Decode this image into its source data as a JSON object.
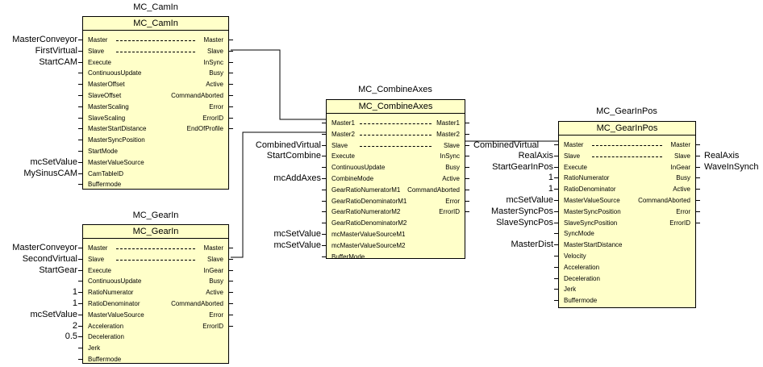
{
  "blocks": [
    {
      "title": "MC_CamIn",
      "name": "MC_CamIn",
      "inputs": [
        "Master",
        "Slave",
        "Execute",
        "ContinuousUpdate",
        "MasterOffset",
        "SlaveOffset",
        "MasterScaling",
        "SlaveScaling",
        "MasterStartDistance",
        "MasterSyncPosition",
        "StartMode",
        "MasterValueSource",
        "CamTableID",
        "Buffermode"
      ],
      "outputs": [
        "Master",
        "Slave",
        "InSync",
        "Busy",
        "Active",
        "CommandAborted",
        "Error",
        "ErrorID",
        "EndOfProfile"
      ],
      "input_labels": [
        "MasterConveyor",
        "FirstVirtual",
        "StartCAM",
        "",
        "",
        "",
        "",
        "",
        "",
        "",
        "",
        "mcSetValue",
        "MySinusCAM",
        ""
      ],
      "output_labels": []
    },
    {
      "title": "MC_GearIn",
      "name": "MC_GearIn",
      "inputs": [
        "Master",
        "Slave",
        "Execute",
        "ContinuousUpdate",
        "RatioNumerator",
        "RatioDenominator",
        "MasterValueSource",
        "Acceleration",
        "Deceleration",
        "Jerk",
        "Buffermode"
      ],
      "outputs": [
        "Master",
        "Slave",
        "InGear",
        "Busy",
        "Active",
        "CommandAborted",
        "Error",
        "ErrorID"
      ],
      "input_labels": [
        "MasterConveyor",
        "SecondVirtual",
        "StartGear",
        "",
        "1",
        "1",
        "mcSetValue",
        "2",
        "0.5",
        "",
        ""
      ],
      "output_labels": []
    },
    {
      "title": "MC_CombineAxes",
      "name": "MC_CombineAxes",
      "inputs": [
        "Master1",
        "Master2",
        "Slave",
        "Execute",
        "ContinuousUpdate",
        "CombineMode",
        "GearRatioNumeratorM1",
        "GearRatioDenominatorM1",
        "GearRatioNumeratorM2",
        "GearRatioDenominatorM2",
        "mcMasterValueSourceM1",
        "mcMasterValueSourceM2",
        "BufferMode"
      ],
      "outputs": [
        "Master1",
        "Master2",
        "Slave",
        "InSync",
        "Busy",
        "Active",
        "CommandAborted",
        "Error",
        "ErrorID"
      ],
      "input_labels": [
        "",
        "",
        "CombinedVirtual",
        "StartCombine",
        "",
        "mcAddAxes",
        "",
        "",
        "",
        "",
        "mcSetValue",
        "mcSetValue",
        ""
      ],
      "output_labels": [
        "",
        "",
        "CombinedVirtual"
      ]
    },
    {
      "title": "MC_GearInPos",
      "name": "MC_GearInPos",
      "inputs": [
        "Master",
        "Slave",
        "Execute",
        "RatioNumerator",
        "RatioDenominator",
        "MasterValueSource",
        "MasterSyncPosition",
        "SlaveSyncPosition",
        "SyncMode",
        "MasterStartDistance",
        "Velocity",
        "Acceleration",
        "Deceleration",
        "Jerk",
        "Buffermode"
      ],
      "outputs": [
        "Master",
        "Slave",
        "InGear",
        "Busy",
        "Active",
        "CommandAborted",
        "Error",
        "ErrorID"
      ],
      "input_labels": [
        "",
        "RealAxis",
        "StartGearInPos",
        "1",
        "1",
        "mcSetValue",
        "MasterSyncPos",
        "SlaveSyncPos",
        "",
        "MasterDist",
        "",
        "",
        "",
        "",
        ""
      ],
      "output_labels": [
        "",
        "RealAxis",
        "WaveInSynch"
      ]
    }
  ],
  "colors": {
    "block_fill": "#ffffc9",
    "line": "#000000",
    "background": "#ffffff"
  }
}
